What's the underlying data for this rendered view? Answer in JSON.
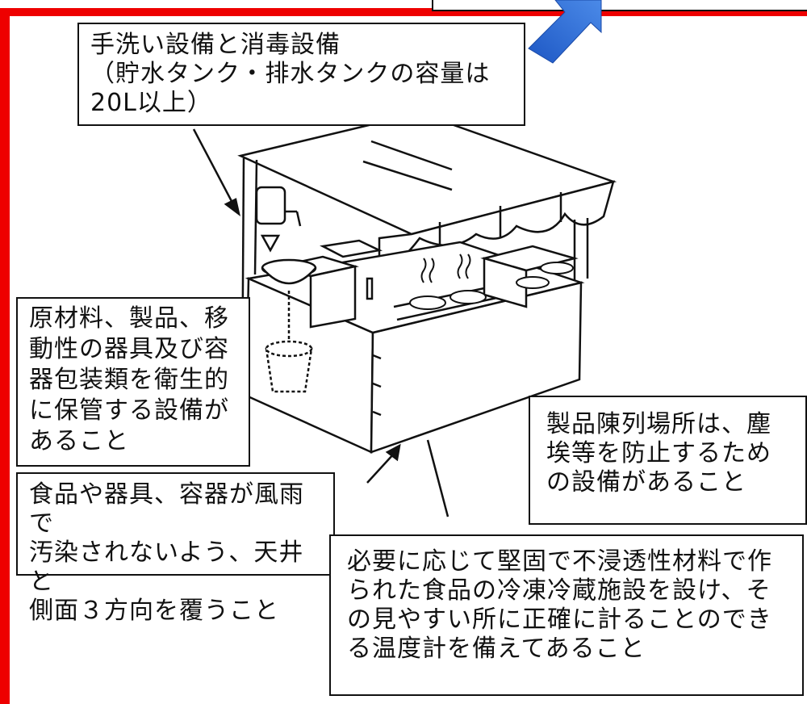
{
  "callouts": {
    "handwash": "手洗い設備と消毒設備\n（貯水タンク・排水タンクの容量は\n20L以上）",
    "storage": "原材料、製品、移\n動性の器具及び容\n器包装類を衛生的\nに保管する設備が\nあること",
    "dust": "製品陳列場所は、塵\n埃等を防止するため\nの設備があること",
    "cover": "食品や器具、容器が風雨で\n汚染されないよう、天井と\n側面３方向を覆うこと",
    "fridge": "必要に応じて堅固で不浸透性材料で作\nられた食品の冷凍冷蔵施設を設け、そ\nの見やすい所に正確に計ることのでき\nる温度計を備えてあること"
  },
  "colors": {
    "frame": "#ee0000",
    "arrow": "#2f6fd6",
    "line": "#111111"
  },
  "icons": [
    "up-right-arrow-icon",
    "pointer-arrow-icon"
  ]
}
